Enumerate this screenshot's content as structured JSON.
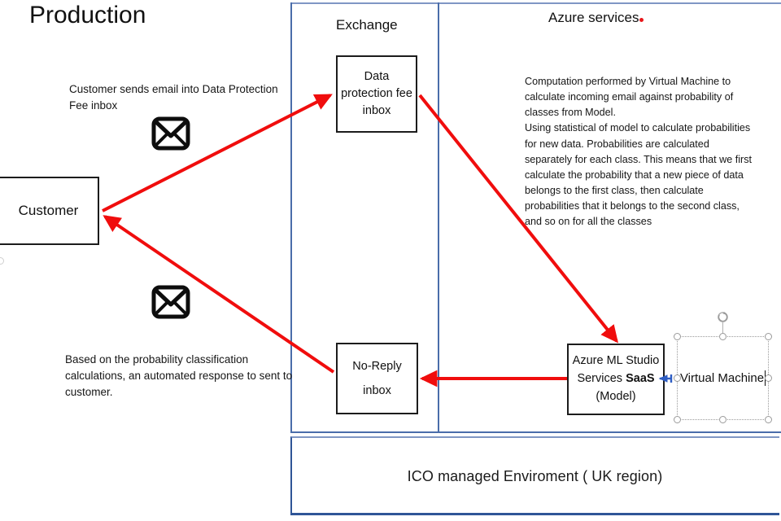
{
  "heading": "Production",
  "panels": {
    "exchange_title": "Exchange",
    "azure_title": "Azure services",
    "ico_label": "ICO managed Enviroment ( UK region)"
  },
  "nodes": {
    "customer": "Customer",
    "data_protection_fee_inbox": "Data protection fee inbox",
    "no_reply_inbox": "No-Reply inbox",
    "ml_studio_line1": "Azure ML Studio",
    "ml_studio_line2_prefix": "Services ",
    "ml_studio_line2_bold": "SaaS",
    "ml_studio_line3": "(Model)",
    "virtual_machine": "Virtual Machine"
  },
  "notes": {
    "customer_sends": "Customer sends email into Data Protection Fee inbox",
    "automated_response": "Based on the probability classification calculations, an automated response to sent to customer.",
    "azure_computation": "Computation performed by Virtual Machine to calculate incoming email against probability of classes from Model.\nUsing statistical of model to calculate probabilities for new data. Probabilities are calculated separately for each class. This means that we first calculate the probability that a new piece of data belongs to the first class, then calculate probabilities that it belongs to the second class, and so on for all the classes"
  },
  "icons": {
    "envelope_top": "envelope-icon",
    "envelope_bottom": "envelope-icon",
    "rotation": "rotate-handle-icon"
  },
  "colors": {
    "arrow_red": "#f00d0d",
    "connector_blue": "#2f5ec4",
    "frame_blue": "#4a6daa",
    "frame_blue_light": "#7f96c4",
    "node_border": "#1c1c1c",
    "title_dot_red": "#e8161a"
  }
}
